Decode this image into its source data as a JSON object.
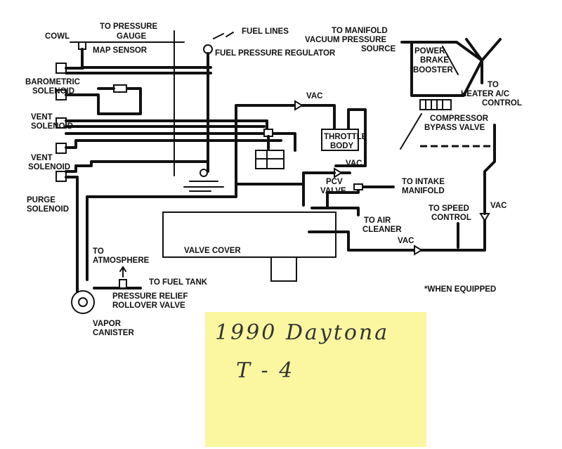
{
  "labels": {
    "cowl": "COWL",
    "pressure_gauge_1": "TO PRESSURE",
    "pressure_gauge_2": "GAUGE",
    "map_sensor": "MAP SENSOR",
    "fuel_lines": "FUEL LINES",
    "fuel_pressure_regulator": "FUEL PRESSURE REGULATOR",
    "manifold_source_1": "TO MANIFOLD",
    "manifold_source_2": "VACUUM PRESSURE",
    "manifold_source_3": "SOURCE",
    "power_brake_booster_1": "POWER",
    "power_brake_booster_2": "BRAKE",
    "power_brake_booster_3": "BOOSTER",
    "heater_ac_1": "TO",
    "heater_ac_2": "HEATER A/C",
    "heater_ac_3": "CONTROL",
    "barometric_1": "BAROMETRIC",
    "barometric_2": "SOLENOID",
    "vac_top": "VAC",
    "throttle_body_1": "THROTTLE",
    "throttle_body_2": "BODY",
    "compressor_bypass_1": "COMPRESSOR",
    "compressor_bypass_2": "BYPASS VALVE",
    "vent_1a": "VENT",
    "vent_1b": "SOLENOID",
    "vent_2a": "VENT",
    "vent_2b": "SOLENOID",
    "vac_pcv": "VAC",
    "pcv_1": "PCV",
    "pcv_2": "VALVE",
    "intake_manifold_1": "TO INTAKE",
    "intake_manifold_2": "MANIFOLD",
    "purge_1": "PURGE",
    "purge_2": "SOLENOID",
    "speed_control_1": "TO SPEED",
    "speed_control_2": "CONTROL",
    "vac_right": "VAC",
    "air_cleaner_1": "TO AIR",
    "air_cleaner_2": "CLEANER",
    "vac_bottom": "VAC",
    "valve_cover": "VALVE COVER",
    "atmosphere_1": "TO",
    "atmosphere_2": "ATMOSPHERE",
    "fuel_tank": "TO FUEL TANK",
    "when_equipped": "*WHEN EQUIPPED",
    "rollover_1": "PRESSURE RELIEF",
    "rollover_2": "ROLLOVER VALVE",
    "vapor_canister_1": "VAPOR",
    "vapor_canister_2": "CANISTER"
  },
  "note": {
    "line1": "1990 Daytona",
    "line2": "T - 4",
    "color": "#fbf7a0"
  }
}
